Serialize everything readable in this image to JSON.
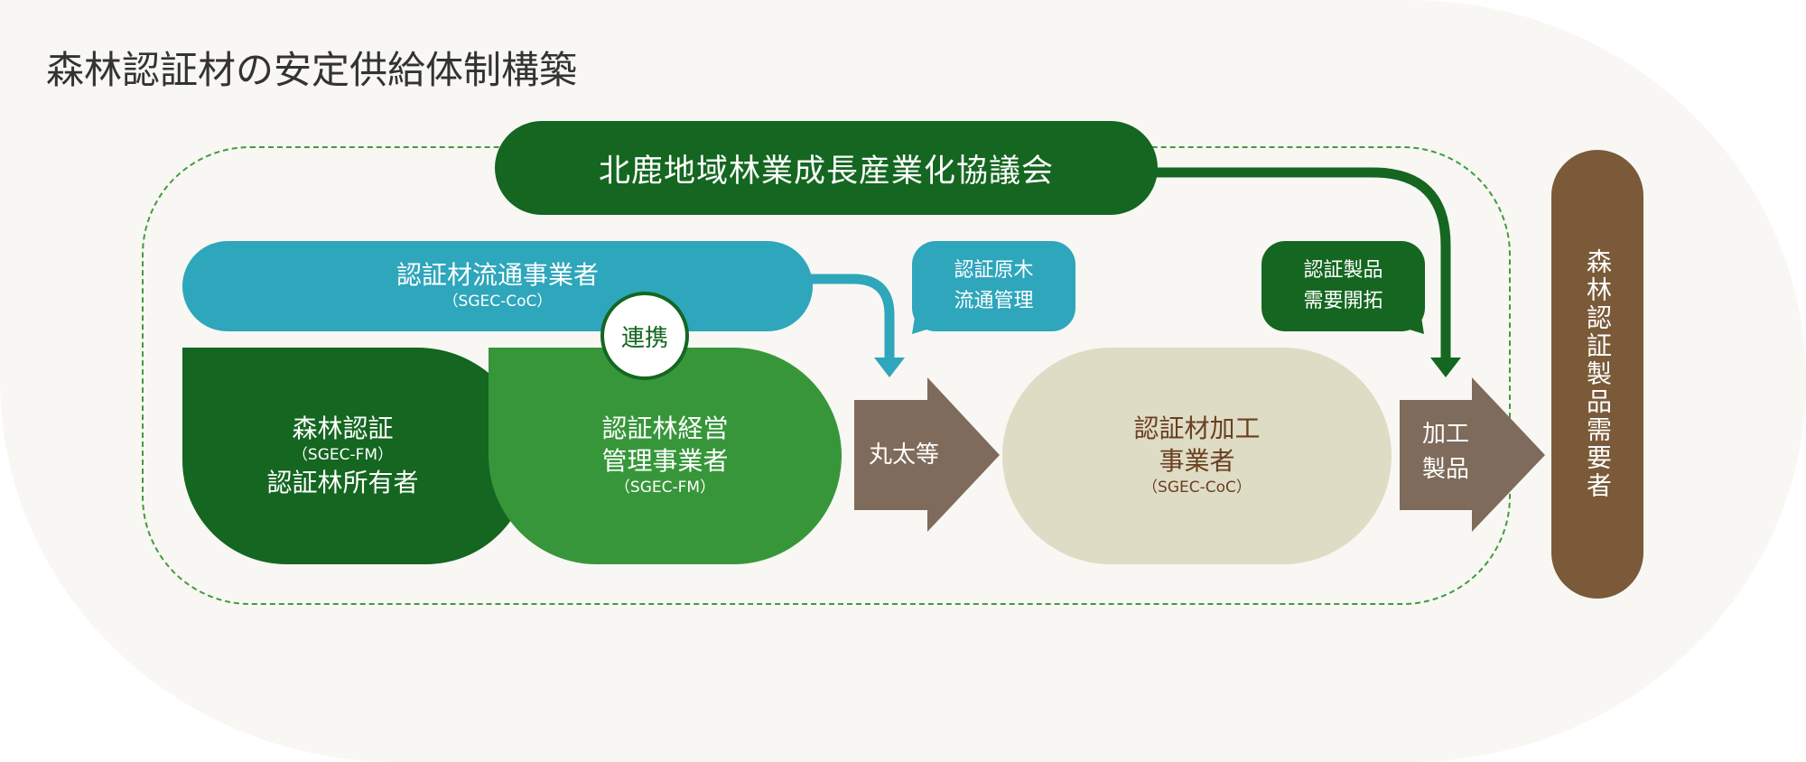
{
  "title": "森林認証材の安定供給体制構築",
  "council": "北鹿地域林業成長産業化協議会",
  "distributor": {
    "name": "認証材流通事業者",
    "cert": "（SGEC-CoC）"
  },
  "link_label": "連携",
  "forest_cert": {
    "line1": "森林認証",
    "cert": "（SGEC-FM）",
    "line2": "認証林所有者"
  },
  "forest_mgmt": {
    "line1": "認証林経営",
    "line2": "管理事業者",
    "cert": "（SGEC-FM）"
  },
  "arrow_logs": "丸太等",
  "processor": {
    "line1": "認証材加工",
    "line2": "事業者",
    "cert": "（SGEC-CoC）"
  },
  "bubble_logs": {
    "line1": "認証原木",
    "line2": "流通管理"
  },
  "bubble_demand": {
    "line1": "認証製品",
    "line2": "需要開拓"
  },
  "arrow_products": {
    "line1": "加工",
    "line2": "製品"
  },
  "consumer": "森林認証製品需要者",
  "colors": {
    "dark_green": "#146620",
    "green": "#37963a",
    "teal": "#2ea6bb",
    "brown_arrow": "#7f6b5b",
    "beige": "#dfdcc6",
    "consumer": "#7a5a38"
  }
}
